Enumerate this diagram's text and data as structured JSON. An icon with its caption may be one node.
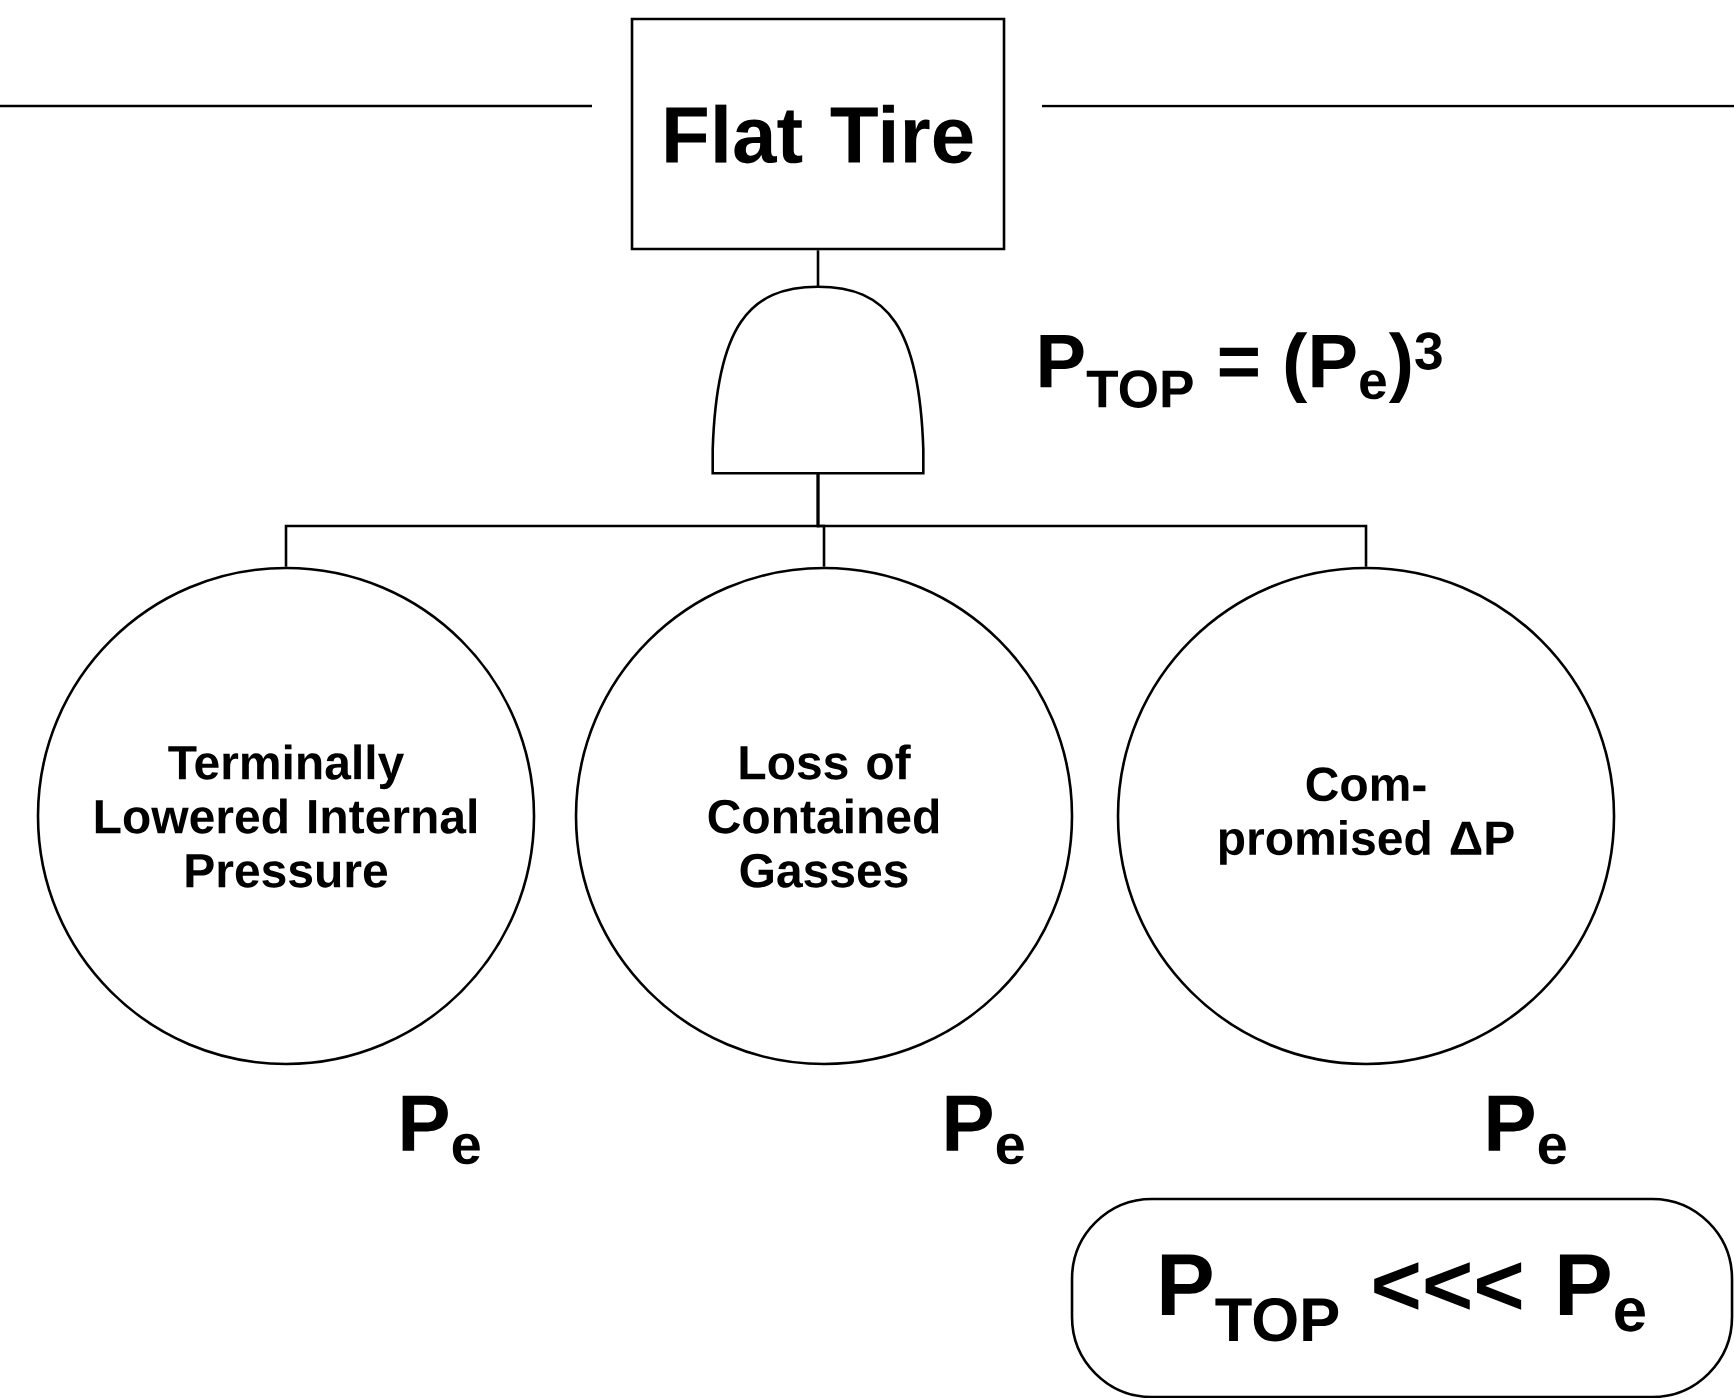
{
  "diagram": {
    "nodes": [
      {
        "text": [
          "Flat Tire"
        ]
      },
      {
        "text": [],
        "shape": "gate",
        "beside": [
          "P$_{TOP}$ = (P$_{e}$)$^{3}$"
        ]
      },
      {
        "text": [
          "Terminally Lowered Internal Pressure"
        ],
        "beside": [
          "P$_{e}$"
        ]
      },
      {
        "text": [
          "Loss of Contained Gasses"
        ],
        "beside": [
          "P$_{e}$"
        ]
      },
      {
        "text": [
          "Com- promised ΔP"
        ],
        "beside": [
          "P$_{e}$"
        ]
      },
      {
        "text": [
          "P$_{TOP}$ <<< P$_{e}$"
        ]
      }
    ],
    "edges": [
      {
        "from": 0,
        "to": 1,
        "arrow": "none"
      },
      {
        "from": 1,
        "to": 2,
        "arrow": "none"
      },
      {
        "from": 1,
        "to": 3,
        "arrow": "none"
      },
      {
        "from": 1,
        "to": 4,
        "arrow": "none"
      }
    ]
  }
}
